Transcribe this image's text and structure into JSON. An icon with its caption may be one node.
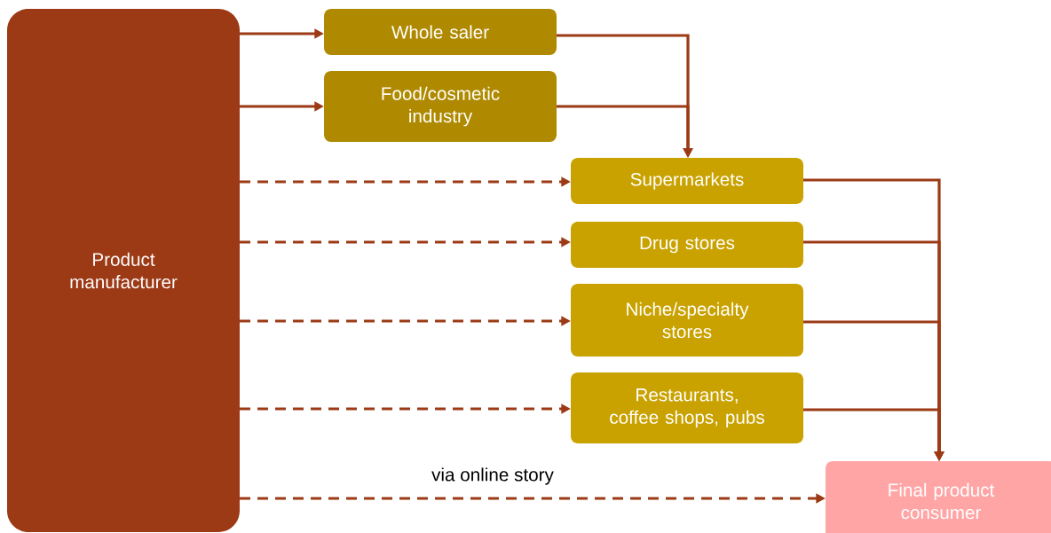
{
  "diagram": {
    "nodes": [
      {
        "text": [
          "Product manufacturer"
        ]
      },
      {
        "text": [
          "Whole saler"
        ]
      },
      {
        "text": [
          "Food/cosmetic industry"
        ]
      },
      {
        "text": [
          "Supermarkets"
        ]
      },
      {
        "text": [
          "Drug stores"
        ]
      },
      {
        "text": [
          "Niche/specialty stores"
        ]
      },
      {
        "text": [
          "Restaurants, coffee shops, pubs"
        ]
      },
      {
        "text": [
          "Final product consumer"
        ]
      }
    ],
    "edges": [
      {
        "from": 0,
        "to": 1,
        "arrow": "to"
      },
      {
        "from": 0,
        "to": 2,
        "arrow": "to"
      },
      {
        "from": 1,
        "to": 3,
        "arrow": "to"
      },
      {
        "from": 2,
        "to": 3,
        "arrow": "to"
      },
      {
        "from": 0,
        "to": 3,
        "arrow": "to",
        "style": "dashed"
      },
      {
        "from": 0,
        "to": 4,
        "arrow": "to",
        "style": "dashed"
      },
      {
        "from": 0,
        "to": 5,
        "arrow": "to",
        "style": "dashed"
      },
      {
        "from": 0,
        "to": 6,
        "arrow": "to",
        "style": "dashed"
      },
      {
        "from": 3,
        "to": 7,
        "arrow": "to"
      },
      {
        "from": 4,
        "to": 7,
        "arrow": "to"
      },
      {
        "from": 5,
        "to": 7,
        "arrow": "to"
      },
      {
        "from": 6,
        "to": 7,
        "arrow": "to"
      },
      {
        "from": 0,
        "to": 7,
        "arrow": "to",
        "style": "dashed",
        "label": "via online story"
      }
    ]
  }
}
